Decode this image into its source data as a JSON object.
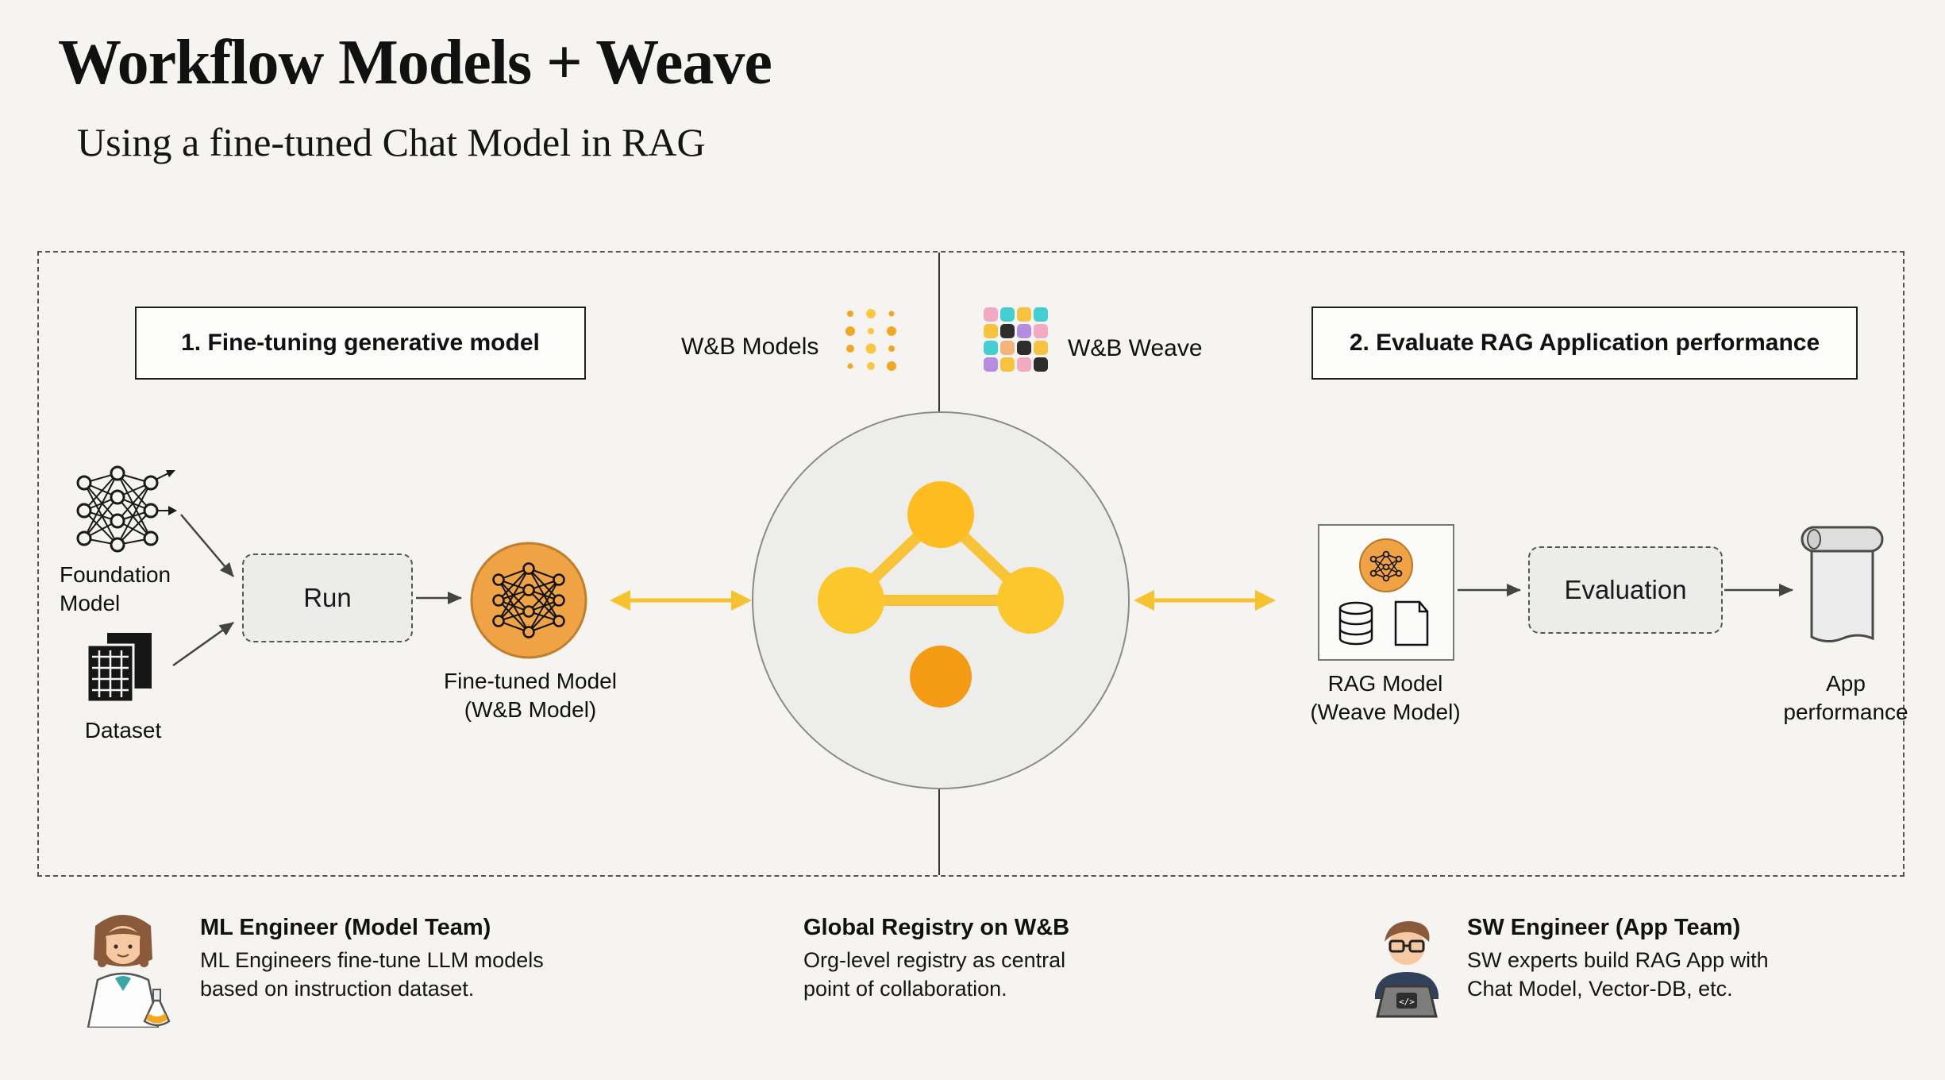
{
  "header": {
    "title": "Workflow Models + Weave",
    "subtitle": "Using a fine-tuned Chat Model in RAG"
  },
  "sections": {
    "left_title": "1. Fine-tuning generative model",
    "right_title": "2. Evaluate RAG Application performance"
  },
  "products": {
    "models_label": "W&B Models",
    "weave_label": "W&B Weave"
  },
  "left_flow": {
    "foundation_model": "Foundation\nModel",
    "dataset": "Dataset",
    "run": "Run",
    "fine_tuned": "Fine-tuned Model\n(W&B Model)"
  },
  "right_flow": {
    "rag_model": "RAG Model\n(Weave Model)",
    "evaluation": "Evaluation",
    "app_performance": "App\nperformance"
  },
  "legend": {
    "ml": {
      "title": "ML Engineer (Model Team)",
      "desc": "ML Engineers fine-tune LLM models\nbased on instruction dataset."
    },
    "registry": {
      "title": "Global Registry on W&B",
      "desc": "Org-level registry as central\npoint of collaboration."
    },
    "sw": {
      "title": "SW Engineer (App Team)",
      "desc": "SW experts build RAG App with\nChat Model, Vector-DB, etc."
    }
  },
  "icons": {
    "models": "wandb-models-dots-icon",
    "weave": "wandb-weave-grid-icon",
    "foundation": "neural-network-icon",
    "dataset": "documents-grid-icon",
    "fine_tuned": "orange-neural-network-icon",
    "registry_logo": "wandb-registry-logo",
    "rag": "rag-model-composite-icon",
    "app_performance": "scroll-document-icon",
    "ml_engineer": "female-scientist-icon",
    "sw_engineer": "male-developer-icon"
  },
  "colors": {
    "background": "#f5f4f1",
    "accent_yellow": "#f6c230",
    "accent_orange": "#efa344",
    "registry_gold": "#fcc72d",
    "line_dark": "#444444"
  }
}
